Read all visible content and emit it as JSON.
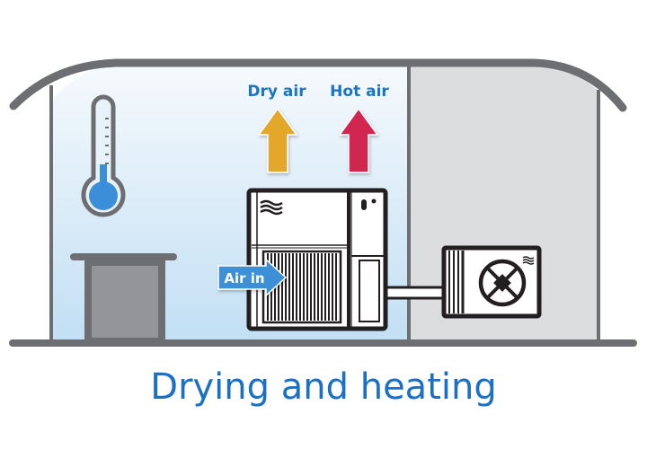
{
  "diagram": {
    "caption": "Drying and heating",
    "labels": {
      "dry_air": "Dry air",
      "hot_air": "Hot air",
      "air_in": "Air in"
    },
    "components": [
      "thermometer",
      "table",
      "dehumidifier-unit",
      "outdoor-condenser-unit"
    ],
    "colors": {
      "caption_blue": "#1a6fc9",
      "label_blue": "#1b74c4",
      "dry_air_arrow": "#e3a82b",
      "hot_air_arrow": "#d1264f",
      "air_in_badge": "#3d8fd6",
      "room_blue_top": "#f4f9fd",
      "room_blue_bottom": "#c4e0f4",
      "room_grey": "#dcdddf",
      "structure_grey": "#6d6e71",
      "thermometer_fluid": "#3b8fd9",
      "table_leg": "#939598"
    }
  }
}
